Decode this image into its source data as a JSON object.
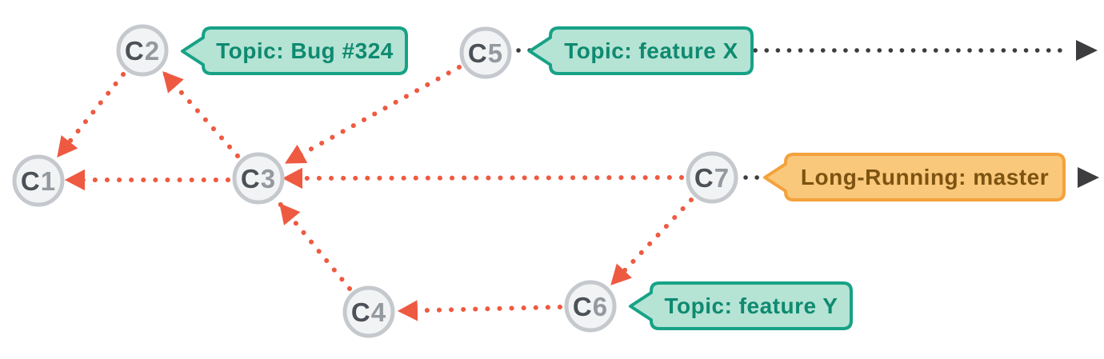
{
  "diagram": {
    "kind": "git-commit-branch-graph",
    "nodes": [
      {
        "id": "C1",
        "letter": "C",
        "number": "1"
      },
      {
        "id": "C2",
        "letter": "C",
        "number": "2"
      },
      {
        "id": "C3",
        "letter": "C",
        "number": "3"
      },
      {
        "id": "C4",
        "letter": "C",
        "number": "4"
      },
      {
        "id": "C5",
        "letter": "C",
        "number": "5"
      },
      {
        "id": "C6",
        "letter": "C",
        "number": "6"
      },
      {
        "id": "C7",
        "letter": "C",
        "number": "7"
      }
    ],
    "branch_labels": [
      {
        "id": "bug-324",
        "text": "Topic: Bug #324",
        "style": "topic",
        "points_to": "C2"
      },
      {
        "id": "feature-x",
        "text": "Topic: feature X",
        "style": "topic",
        "points_to": "C5"
      },
      {
        "id": "master",
        "text": "Long-Running: master",
        "style": "long-running",
        "points_to": "C7"
      },
      {
        "id": "feature-y",
        "text": "Topic: feature Y",
        "style": "topic",
        "points_to": "C6"
      }
    ],
    "edges": [
      {
        "from": "C2",
        "to": "C1",
        "style": "red-dotted-arrow"
      },
      {
        "from": "C3",
        "to": "C2",
        "style": "red-dotted-arrow"
      },
      {
        "from": "C3",
        "to": "C1",
        "style": "red-dotted-arrow"
      },
      {
        "from": "C5",
        "to": "C3",
        "style": "red-dotted-arrow"
      },
      {
        "from": "C7",
        "to": "C3",
        "style": "red-dotted-arrow"
      },
      {
        "from": "C4",
        "to": "C3",
        "style": "red-dotted-arrow"
      },
      {
        "from": "C7",
        "to": "C6",
        "style": "red-dotted-arrow"
      },
      {
        "from": "C6",
        "to": "C4",
        "style": "red-dotted-arrow"
      }
    ],
    "timeline_arrows": [
      {
        "from": "C5",
        "direction": "right",
        "style": "black-dotted-arrow"
      },
      {
        "from": "C7",
        "direction": "right",
        "style": "black-dotted-arrow"
      }
    ],
    "colors": {
      "edge_red": "#ee5a41",
      "timeline_black": "#3d3d3f",
      "node_fill": "#f2f3f4",
      "node_border": "#c5c9cd",
      "node_letter": "#4b5157",
      "node_number": "#94999f",
      "topic_fill": "#b5e3d4",
      "topic_border": "#17a286",
      "topic_text": "#0e8a70",
      "long_running_fill": "#f9c87b",
      "long_running_border": "#f4a23c",
      "long_running_text": "#7c5310",
      "background": "#ffffff"
    }
  }
}
